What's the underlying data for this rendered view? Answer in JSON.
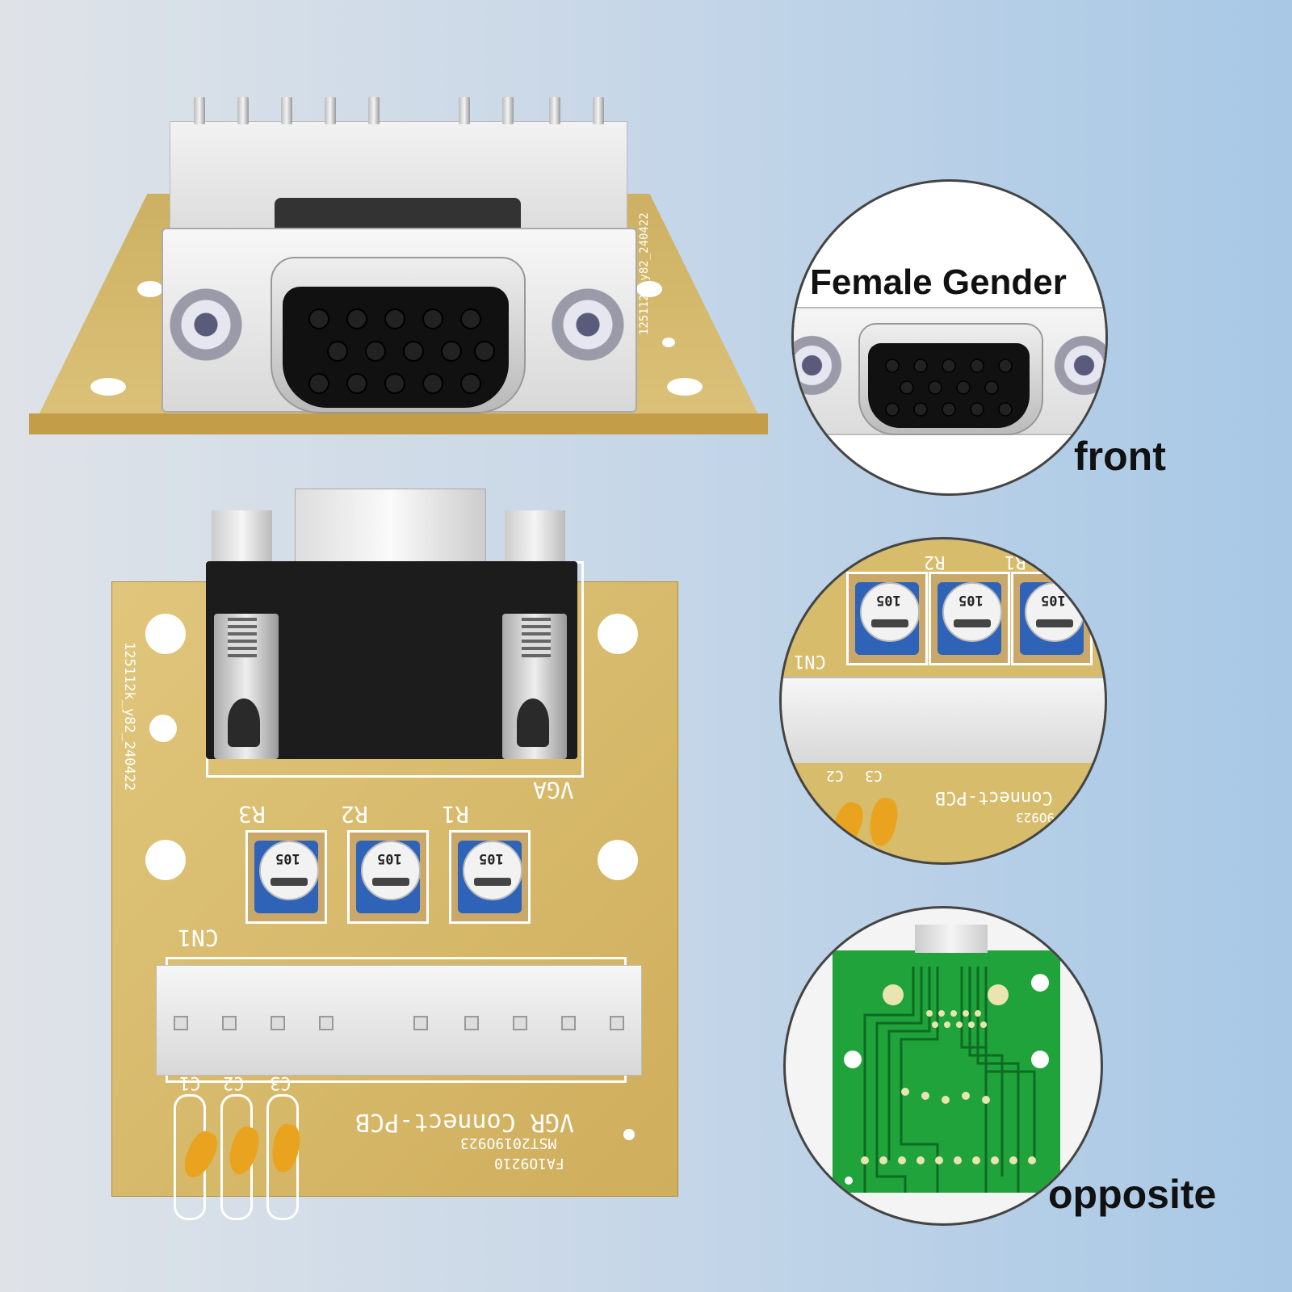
{
  "labels": {
    "female_gender": "Female Gender",
    "front": "front",
    "opposite": "opposite"
  },
  "top_board": {
    "silkscreen": "125112k_y82_240422"
  },
  "bottom_board": {
    "silkscreen_side": "125112k_y82_240422",
    "vga": "VGA",
    "r1": "R1",
    "r2": "R2",
    "r3": "R3",
    "pot_value": "105",
    "cn1": "CN1",
    "c1": "C1",
    "c2": "C2",
    "c3": "C3",
    "name": "VGR Connect-PCB",
    "code1": "MST2019O923",
    "code2": "FA1O9210"
  },
  "zoom_mid": {
    "r1": "R1",
    "r2": "R2",
    "pot_value": "105",
    "cn1": "CN1",
    "c2": "C2",
    "c3": "C3",
    "name": "Connect-PCB",
    "code": "9O923"
  },
  "colors": {
    "pcb_yellow": "#d9bf6e",
    "pcb_green": "#1fa33a",
    "pot_blue": "#2e63b8",
    "capacitor": "#e9a31f"
  }
}
